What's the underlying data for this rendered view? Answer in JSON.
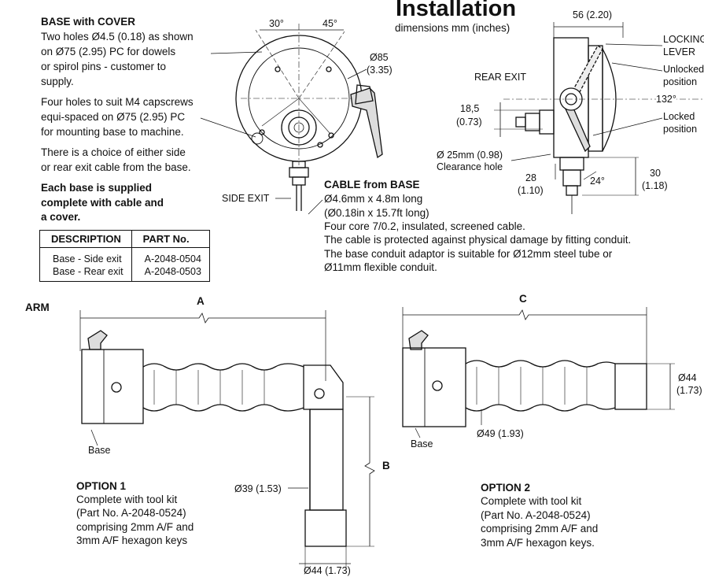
{
  "header": {
    "title": "Installation",
    "subtitle": "dimensions mm (inches)"
  },
  "base_with_cover": {
    "heading": "BASE with COVER",
    "lines1": [
      "Two holes Ø4.5 (0.18) as shown",
      "on Ø75 (2.95) PC for dowels",
      "or spirol pins - customer to",
      "supply."
    ],
    "lines2": [
      "Four holes to suit M4 capscrews",
      "equi-spaced on Ø75 (2.95) PC",
      "for mounting base to machine."
    ],
    "lines3": [
      "There is a choice of either side",
      "or rear exit cable from the base."
    ],
    "supply_note": [
      "Each base is supplied",
      "complete with cable and",
      "a cover."
    ]
  },
  "parts_table": {
    "headers": [
      "DESCRIPTION",
      "PART No."
    ],
    "rows": [
      {
        "description": "Base  - Side exit",
        "part": "A-2048-0504"
      },
      {
        "description": "Base  - Rear exit",
        "part": "A-2048-0503"
      }
    ]
  },
  "front_view": {
    "angle_left": "30°",
    "angle_right": "45°",
    "dia_mm": "Ø85",
    "dia_in": "(3.35)",
    "side_exit_label": "SIDE EXIT"
  },
  "cable": {
    "heading": "CABLE from BASE",
    "lines": [
      "Ø4.6mm x 4.8m long",
      "(Ø0.18in x 15.7ft long)",
      "Four core 7/0.2, insulated, screened cable.",
      "The cable is protected against physical damage by fitting conduit.",
      "The base conduit adaptor is suitable for Ø12mm steel tube or",
      "Ø11mm flexible conduit."
    ]
  },
  "side_view": {
    "rear_exit": "REAR EXIT",
    "width_mm": "56 (2.20)",
    "locking_lever": [
      "LOCKING",
      "LEVER"
    ],
    "unlocked": [
      "Unlocked",
      "position"
    ],
    "locked": [
      "Locked",
      "position"
    ],
    "angle_132": "132°",
    "offset": [
      "18,5",
      "(0.73)"
    ],
    "clearance": [
      "Ø 25mm (0.98)",
      "Clearance hole"
    ],
    "dim_28": [
      "28",
      "(1.10)"
    ],
    "angle_24": "24°",
    "dim_30": [
      "30",
      "(1.18)"
    ]
  },
  "arm": {
    "label": "ARM",
    "dim_a": "A",
    "dim_b": "B",
    "dim_c": "C",
    "base_label": "Base",
    "dia39": "Ø39 (1.53)",
    "dia44_bottom": "Ø44 (1.73)",
    "dia49": "Ø49 (1.93)",
    "dia44_right": [
      "Ø44",
      "(1.73)"
    ]
  },
  "option1": {
    "title": "OPTION 1",
    "lines": [
      "Complete with tool kit",
      "(Part No. A-2048-0524)",
      "comprising 2mm A/F and",
      "3mm A/F hexagon keys"
    ]
  },
  "option2": {
    "title": "OPTION 2",
    "lines": [
      "Complete with tool kit",
      "(Part No. A-2048-0524)",
      "comprising 2mm A/F and",
      "3mm A/F hexagon keys."
    ]
  }
}
